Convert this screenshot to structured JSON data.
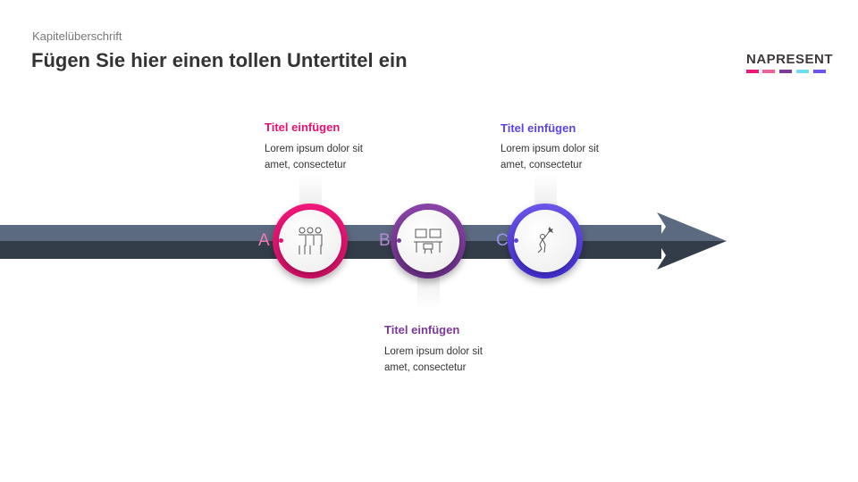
{
  "header": {
    "chapter": "Kapitelüberschrift",
    "subtitle": "Fügen Sie hier einen tollen Untertitel ein"
  },
  "logo": {
    "text": "NAPRESENT",
    "colors": [
      "#f0177a",
      "#f25e95",
      "#7b3a9e",
      "#6fe0f0",
      "#6a55e6"
    ]
  },
  "steps": [
    {
      "letter": "A",
      "title": "Titel einfügen",
      "text": "Lorem ipsum dolor sit amet, consectetur",
      "color": "#e5126f",
      "letter_color": "#f07ab0",
      "icon": "team-icon"
    },
    {
      "letter": "B",
      "title": "Titel einfügen",
      "text": "Lorem ipsum dolor sit amet, consectetur",
      "color": "#7a3898",
      "letter_color": "#b58ad0",
      "icon": "workstations-icon"
    },
    {
      "letter": "C",
      "title": "Titel einfügen",
      "text": "Lorem ipsum dolor sit amet, consectetur",
      "color": "#5a45e0",
      "letter_color": "#9a90f0",
      "icon": "achievement-icon"
    }
  ]
}
